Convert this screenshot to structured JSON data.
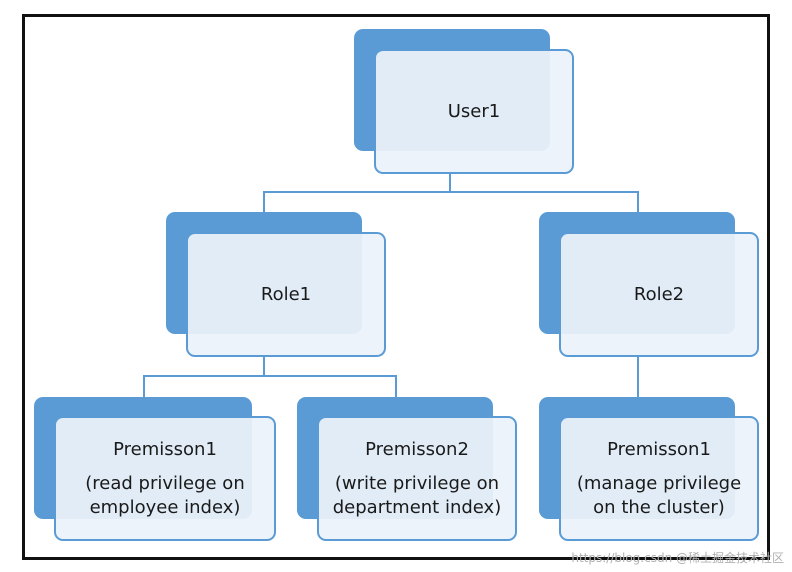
{
  "diagram": {
    "nodes": {
      "user1": {
        "title": "User1"
      },
      "role1": {
        "title": "Role1"
      },
      "role2": {
        "title": "Role2"
      },
      "perm1": {
        "title": "Premisson1",
        "desc": "(read privilege on employee index)"
      },
      "perm2": {
        "title": "Premisson2",
        "desc": "(write privilege on department index)"
      },
      "perm3": {
        "title": "Premisson1",
        "desc": "(manage privilege on the cluster)"
      }
    },
    "edges": [
      {
        "from": "user1",
        "to": "role1"
      },
      {
        "from": "user1",
        "to": "role2"
      },
      {
        "from": "role1",
        "to": "perm1"
      },
      {
        "from": "role1",
        "to": "perm2"
      },
      {
        "from": "role2",
        "to": "perm3"
      }
    ],
    "colors": {
      "accent": "#5b9bd5",
      "box_fill": "#ecf2fa",
      "line": "#5b9bd5"
    }
  },
  "watermark": "https://blog.csdn @稀土掘金技术社区"
}
